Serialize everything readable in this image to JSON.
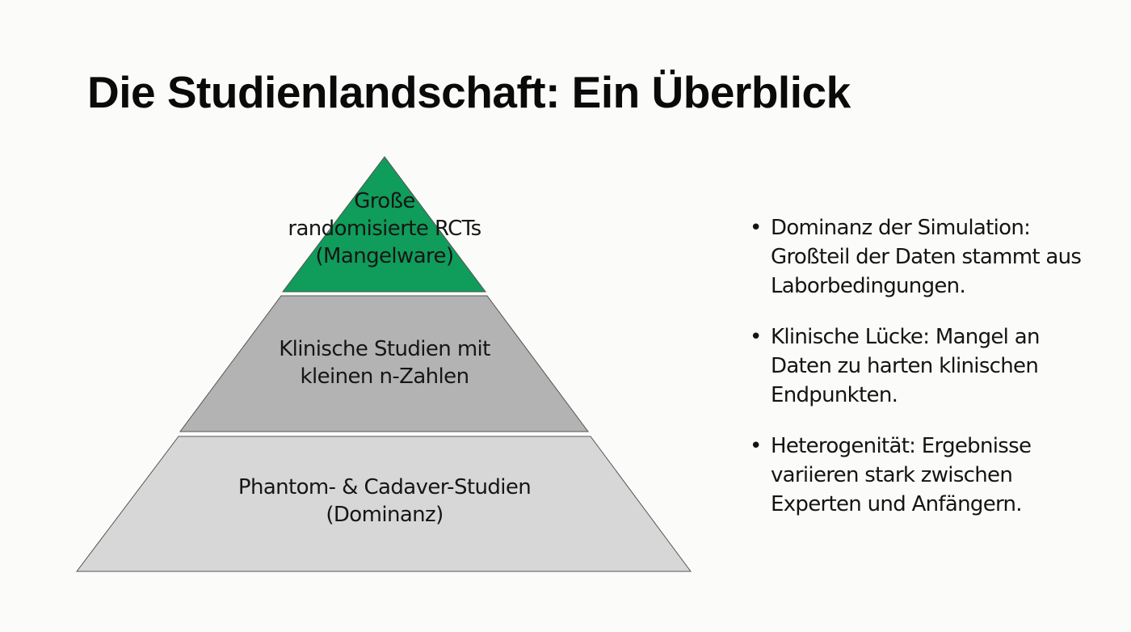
{
  "slide": {
    "title": "Die Studienlandschaft: Ein Überblick"
  },
  "pyramid": {
    "tiers": [
      {
        "lines": [
          "Große",
          "randomisierte RCTs",
          "(Mangelware)"
        ],
        "color": "#109c5a"
      },
      {
        "lines": [
          "Klinische Studien mit",
          "kleinen n-Zahlen"
        ],
        "color": "#b3b3b3"
      },
      {
        "lines": [
          "Phantom- & Cadaver-Studien",
          "(Dominanz)"
        ],
        "color": "#d7d7d7"
      }
    ],
    "border_color": "#ffffff"
  },
  "bullets": [
    {
      "marker": "•",
      "text": "Dominanz der Simulation: Großteil der Daten stammt aus Laborbedingungen."
    },
    {
      "marker": "•",
      "text": "Klinische Lücke: Mangel an Daten zu harten klinischen Endpunkten."
    },
    {
      "marker": "•",
      "text": "Heterogenität: Ergebnisse variieren stark zwischen Experten und Anfängern."
    }
  ]
}
